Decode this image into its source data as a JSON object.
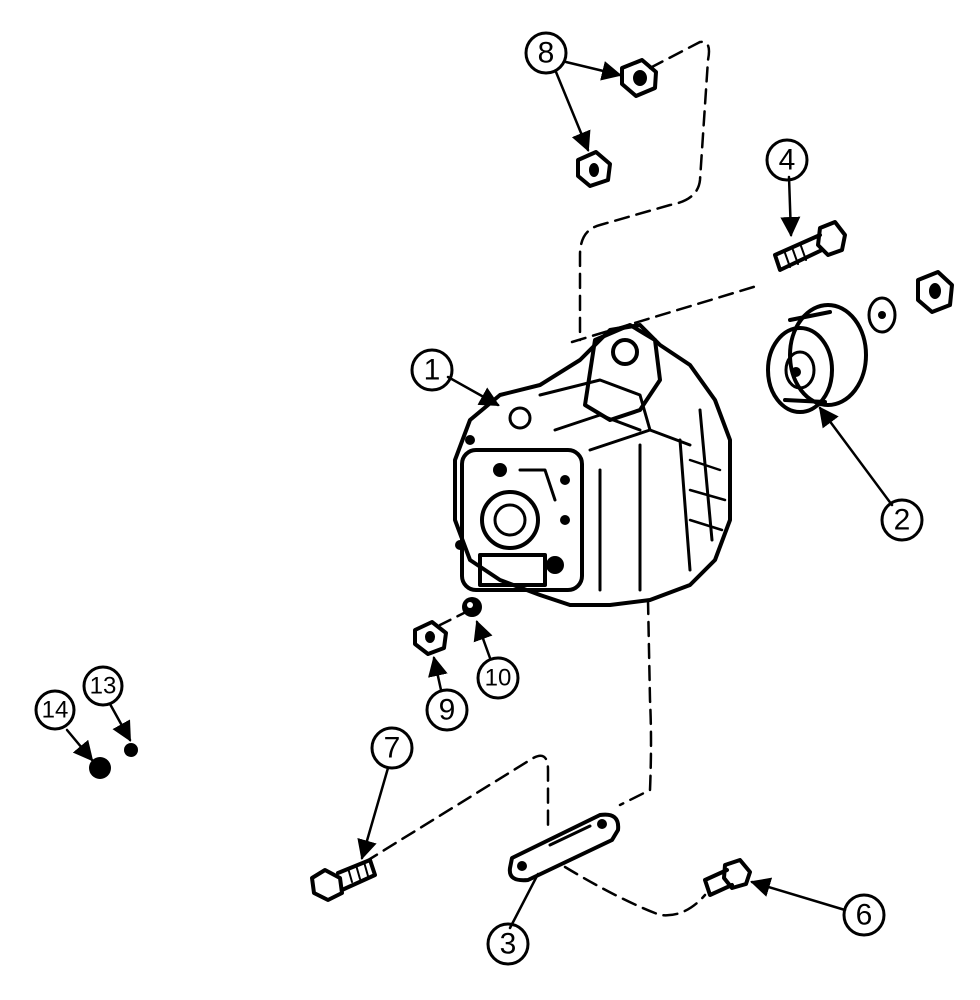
{
  "diagram": {
    "callouts": [
      {
        "label": "1"
      },
      {
        "label": "2"
      },
      {
        "label": "3"
      },
      {
        "label": "4"
      },
      {
        "label": "6"
      },
      {
        "label": "7"
      },
      {
        "label": "8"
      },
      {
        "label": "9"
      },
      {
        "label": "10"
      },
      {
        "label": "13"
      },
      {
        "label": "14"
      }
    ]
  }
}
